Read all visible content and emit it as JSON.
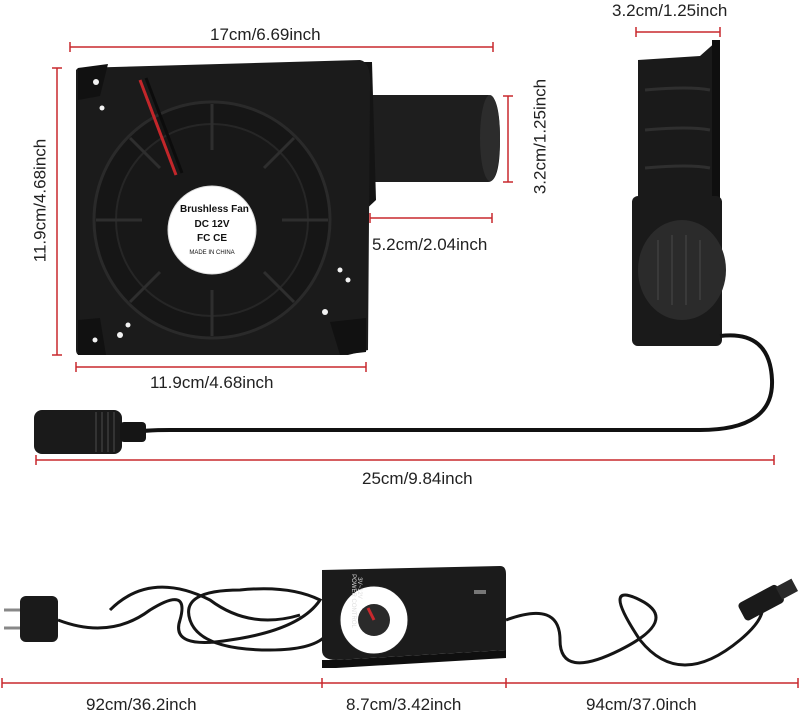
{
  "dimensions": {
    "fan_width": "17cm/6.69inch",
    "fan_height": "11.9cm/4.68inch",
    "fan_bottom_width": "11.9cm/4.68inch",
    "outlet_height": "3.2cm/1.25inch",
    "outlet_length": "5.2cm/2.04inch",
    "side_thickness": "3.2cm/1.25inch",
    "cable_length": "25cm/9.84inch",
    "power_cord_length": "92cm/36.2inch",
    "controller_length": "8.7cm/3.42inch",
    "output_cord_length": "94cm/37.0inch"
  },
  "fan_label": {
    "line1": "Brushless Fan",
    "line2": "DC 12V",
    "line3": "FC  CE",
    "line4": "MADE IN CHINA"
  },
  "controller_label": {
    "line1": "POWER CONTROL",
    "line2": "3V~12V"
  },
  "colors": {
    "dimension_line": "#c8282d",
    "device_body": "#1b1b1b",
    "label_bg": "#ffffff"
  }
}
